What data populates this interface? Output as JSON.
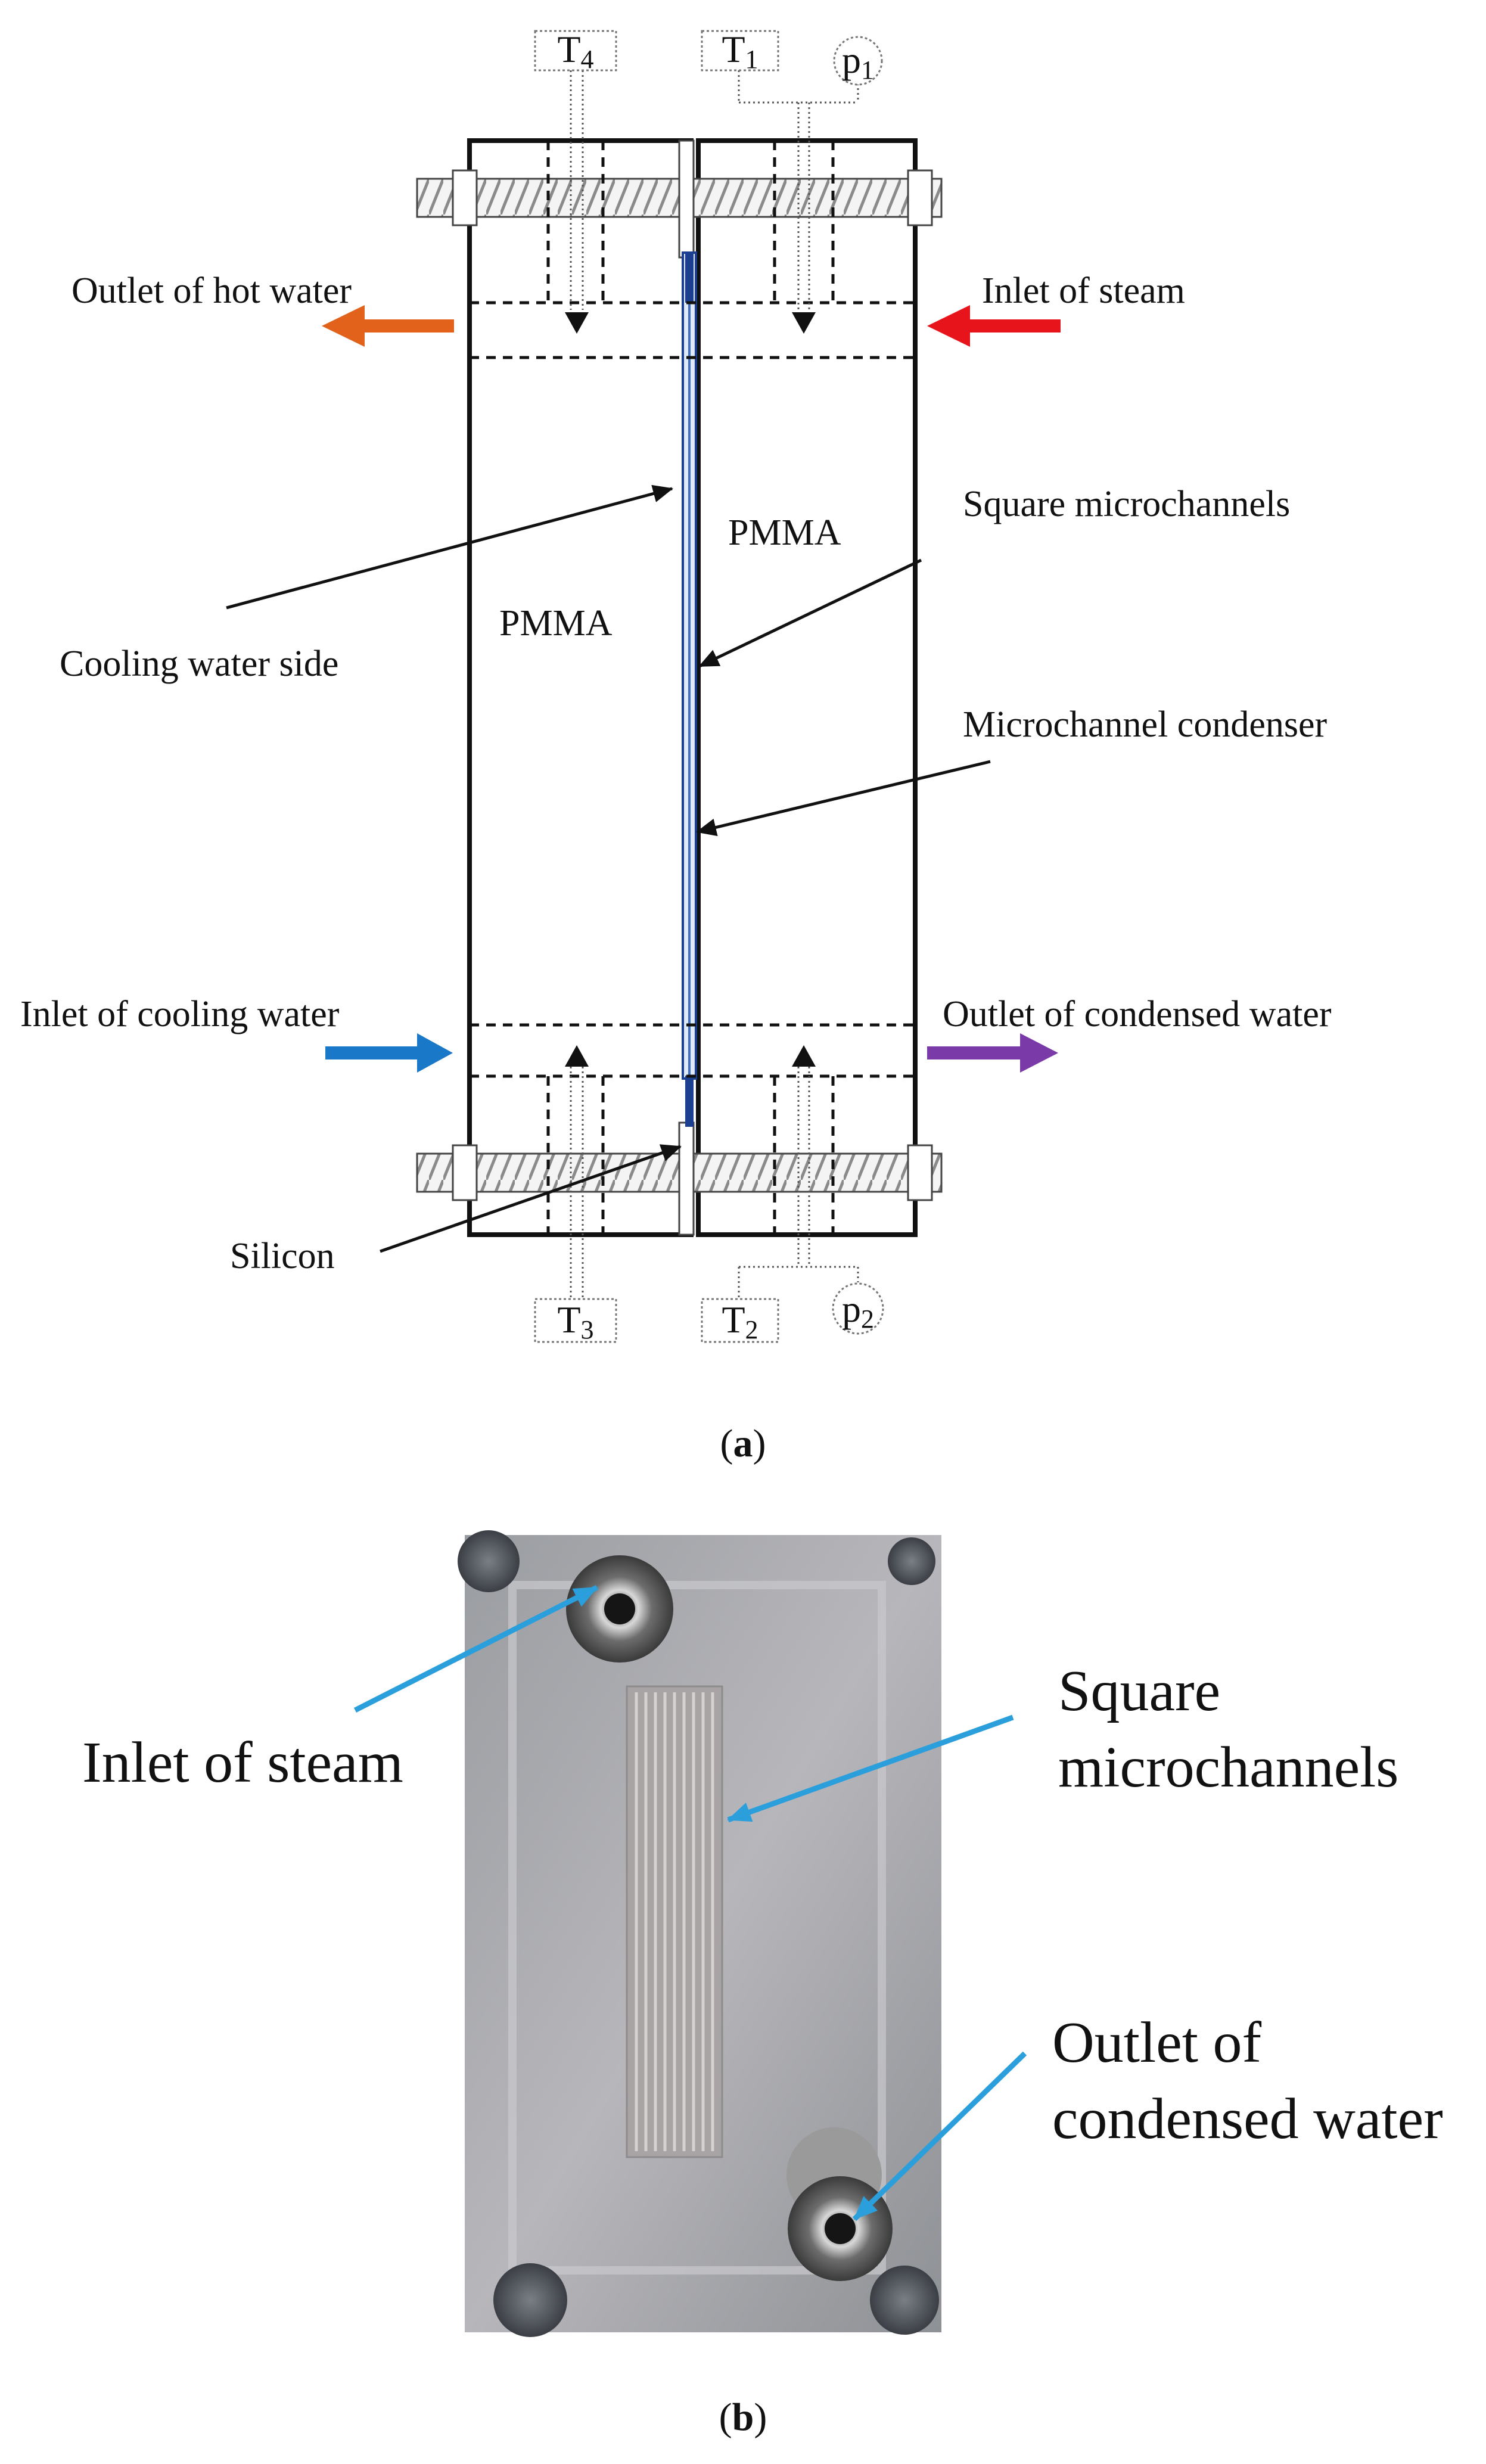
{
  "panel_a": {
    "caption_prefix": "(",
    "caption_letter": "a",
    "caption_suffix": ")",
    "sensors": {
      "t4": "T4",
      "t1": "T1",
      "p1": "p1",
      "t3": "T3",
      "t2": "T2",
      "p2": "p2"
    },
    "labels": {
      "outlet_hot_water": "Outlet of hot water",
      "inlet_steam": "Inlet of steam",
      "pmma_right": "PMMA",
      "pmma_left": "PMMA",
      "square_microchannels": "Square microchannels",
      "cooling_water_side": "Cooling water side",
      "microchannel_condenser": "Microchannel condenser",
      "inlet_cooling_water": "Inlet of cooling water",
      "outlet_condensed_water": "Outlet of condensed water",
      "silicon": "Silicon"
    },
    "colors": {
      "outlet_hot_water_arrow": "#e2621b",
      "inlet_steam_arrow": "#e8141c",
      "inlet_cooling_water_arrow": "#1a78c8",
      "outlet_condensed_water_arrow": "#7a3aa8",
      "condenser": "#1c3f8f"
    }
  },
  "panel_b": {
    "caption_prefix": "(",
    "caption_letter": "b",
    "caption_suffix": ")",
    "labels": {
      "inlet_steam": "Inlet of steam",
      "square_line1": "Square",
      "square_line2": "microchannels",
      "outlet_line1": "Outlet of",
      "outlet_line2": "condensed water"
    },
    "colors": {
      "pointer_arrow": "#2a9fdc"
    }
  }
}
